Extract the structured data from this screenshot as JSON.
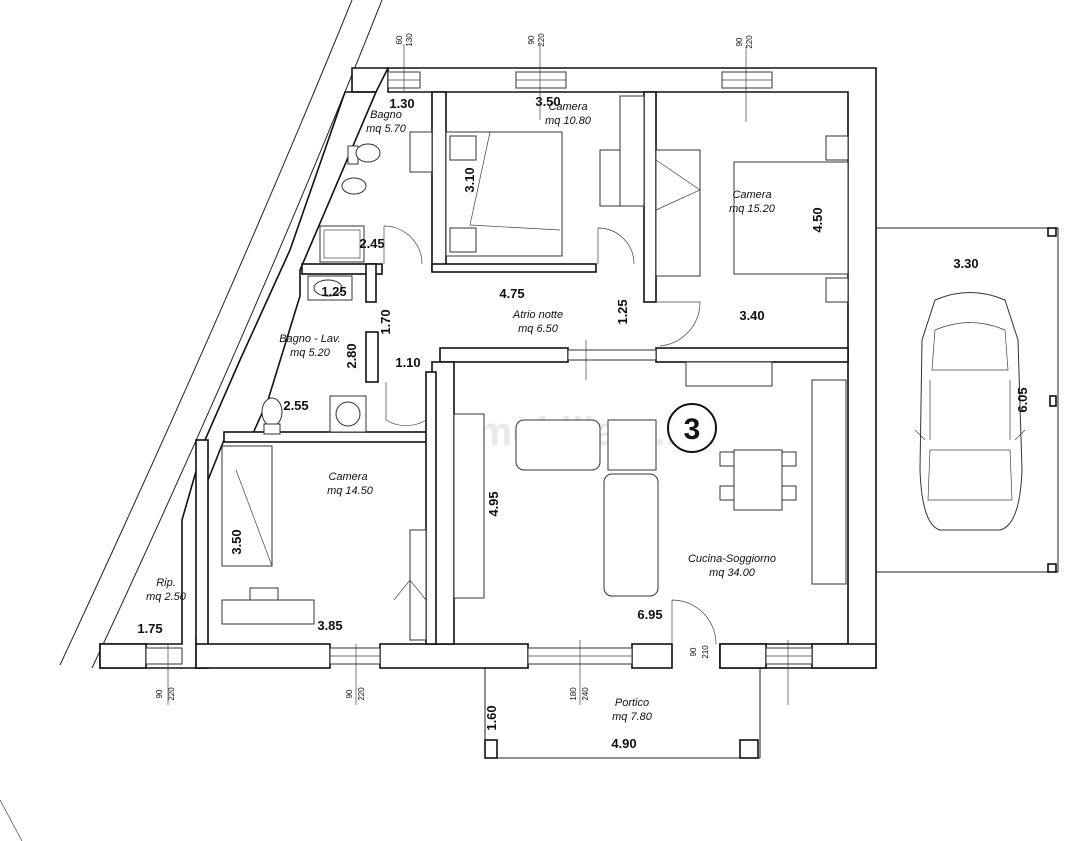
{
  "unit_number": "3",
  "watermark": "immobiliare.it",
  "rooms": [
    {
      "id": "bagno-1",
      "name": "Bagno",
      "area": "mq 5.70"
    },
    {
      "id": "camera-1",
      "name": "Camera",
      "area": "mq 10.80"
    },
    {
      "id": "camera-2",
      "name": "Camera",
      "area": "mq 15.20"
    },
    {
      "id": "atrio",
      "name": "Atrio notte",
      "area": "mq 6.50"
    },
    {
      "id": "bagno-2",
      "name": "Bagno - Lav.",
      "area": "mq 5.20"
    },
    {
      "id": "camera-3",
      "name": "Camera",
      "area": "mq 14.50"
    },
    {
      "id": "cucina",
      "name": "Cucina-Soggiorno",
      "area": "mq 34.00"
    },
    {
      "id": "rip",
      "name": "Rip.",
      "area": "mq 2.50"
    },
    {
      "id": "portico",
      "name": "Portico",
      "area": "mq 7.80"
    }
  ],
  "dimensions": [
    "1.30",
    "3.50",
    "3.10",
    "4.50",
    "2.45",
    "1.25",
    "4.75",
    "1.25",
    "3.40",
    "1.70",
    "2.80",
    "1.10",
    "2.55",
    "3.30",
    "6.05",
    "4.95",
    "3.50",
    "3.85",
    "1.75",
    "6.95",
    "1.60",
    "4.90"
  ],
  "openings": [
    {
      "top": "60",
      "bottom": "130"
    },
    {
      "top": "90",
      "bottom": "220"
    },
    {
      "top": "90",
      "bottom": "220"
    },
    {
      "top": "90",
      "bottom": "220"
    },
    {
      "top": "90",
      "bottom": "220"
    },
    {
      "top": "180",
      "bottom": "240"
    },
    {
      "top": "90",
      "bottom": "210"
    }
  ]
}
